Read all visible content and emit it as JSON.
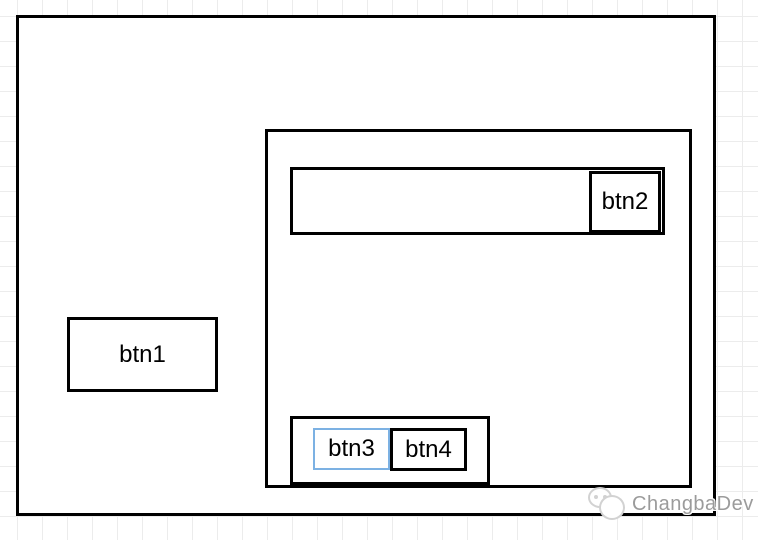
{
  "labels": {
    "btn1": "btn1",
    "btn2": "btn2",
    "btn3": "btn3",
    "btn4": "btn4"
  },
  "watermark": {
    "text": "ChangbaDev"
  },
  "icons": {
    "watermark_logo": "changba-mascot-icon"
  },
  "colors": {
    "stroke": "#000000",
    "btn3_border": "#7cb1e3",
    "grid": "#ececec",
    "fill": "#ffffff",
    "text": "#000000",
    "watermark_text": "#9b9b9b",
    "watermark_logo_outline": "#d2d2d2"
  }
}
